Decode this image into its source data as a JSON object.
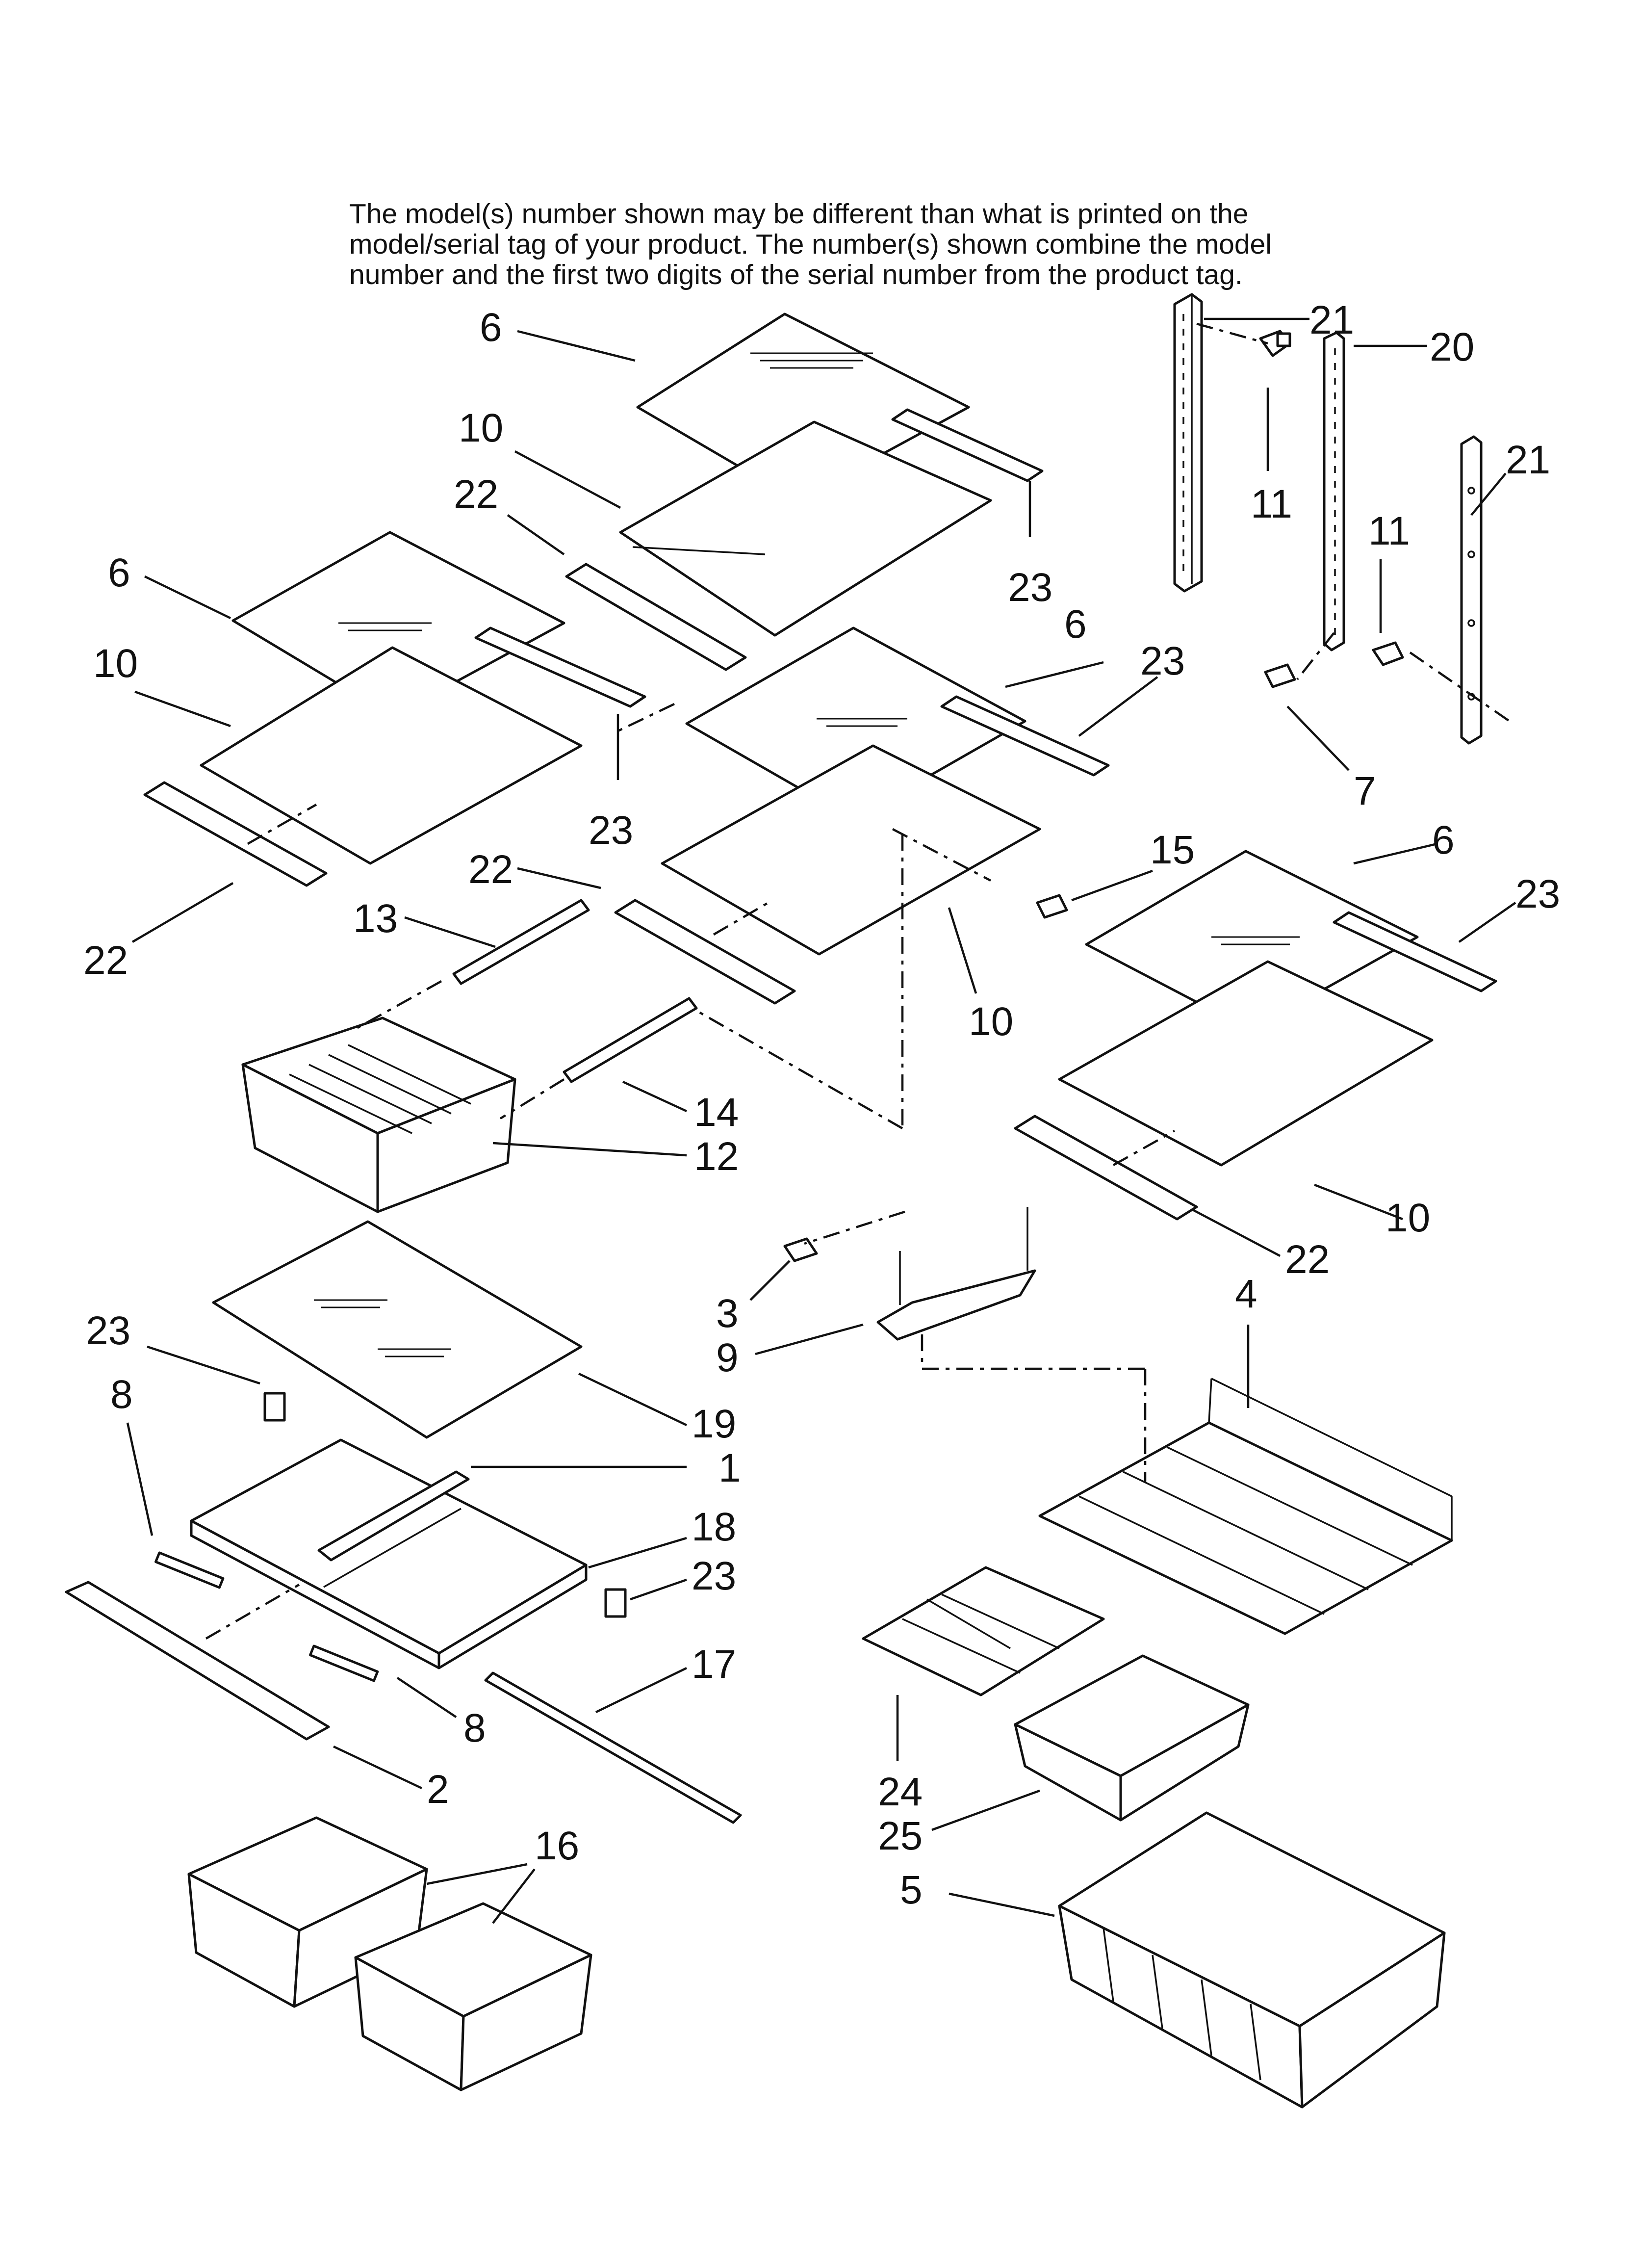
{
  "note": {
    "lines": [
      "The model(s) number shown may be different than what is printed on the",
      "model/serial tag of your product. The number(s) shown combine the model",
      "number and the first two digits of the serial number from the product tag."
    ]
  },
  "callouts": [
    {
      "id": "c-21a",
      "label": "21"
    },
    {
      "id": "c-20",
      "label": "20"
    },
    {
      "id": "c-11a",
      "label": "11"
    },
    {
      "id": "c-21b",
      "label": "21"
    },
    {
      "id": "c-11b",
      "label": "11"
    },
    {
      "id": "c-7",
      "label": "7"
    },
    {
      "id": "c-6a",
      "label": "6"
    },
    {
      "id": "c-10a",
      "label": "10"
    },
    {
      "id": "c-22a",
      "label": "22"
    },
    {
      "id": "c-23a",
      "label": "23"
    },
    {
      "id": "c-6b",
      "label": "6"
    },
    {
      "id": "c-10b",
      "label": "10"
    },
    {
      "id": "c-23b",
      "label": "23"
    },
    {
      "id": "c-22b",
      "label": "22"
    },
    {
      "id": "c-6c",
      "label": "6"
    },
    {
      "id": "c-23c",
      "label": "23"
    },
    {
      "id": "c-22c",
      "label": "22"
    },
    {
      "id": "c-13",
      "label": "13"
    },
    {
      "id": "c-10c",
      "label": "10"
    },
    {
      "id": "c-15",
      "label": "15"
    },
    {
      "id": "c-6d",
      "label": "6"
    },
    {
      "id": "c-23d",
      "label": "23"
    },
    {
      "id": "c-14",
      "label": "14"
    },
    {
      "id": "c-12",
      "label": "12"
    },
    {
      "id": "c-10d",
      "label": "10"
    },
    {
      "id": "c-22d",
      "label": "22"
    },
    {
      "id": "c-3",
      "label": "3"
    },
    {
      "id": "c-9",
      "label": "9"
    },
    {
      "id": "c-4",
      "label": "4"
    },
    {
      "id": "c-23e",
      "label": "23"
    },
    {
      "id": "c-19",
      "label": "19"
    },
    {
      "id": "c-8a",
      "label": "8"
    },
    {
      "id": "c-1",
      "label": "1"
    },
    {
      "id": "c-18",
      "label": "18"
    },
    {
      "id": "c-23f",
      "label": "23"
    },
    {
      "id": "c-17",
      "label": "17"
    },
    {
      "id": "c-8b",
      "label": "8"
    },
    {
      "id": "c-2",
      "label": "2"
    },
    {
      "id": "c-24",
      "label": "24"
    },
    {
      "id": "c-25",
      "label": "25"
    },
    {
      "id": "c-16",
      "label": "16"
    },
    {
      "id": "c-5",
      "label": "5"
    }
  ]
}
